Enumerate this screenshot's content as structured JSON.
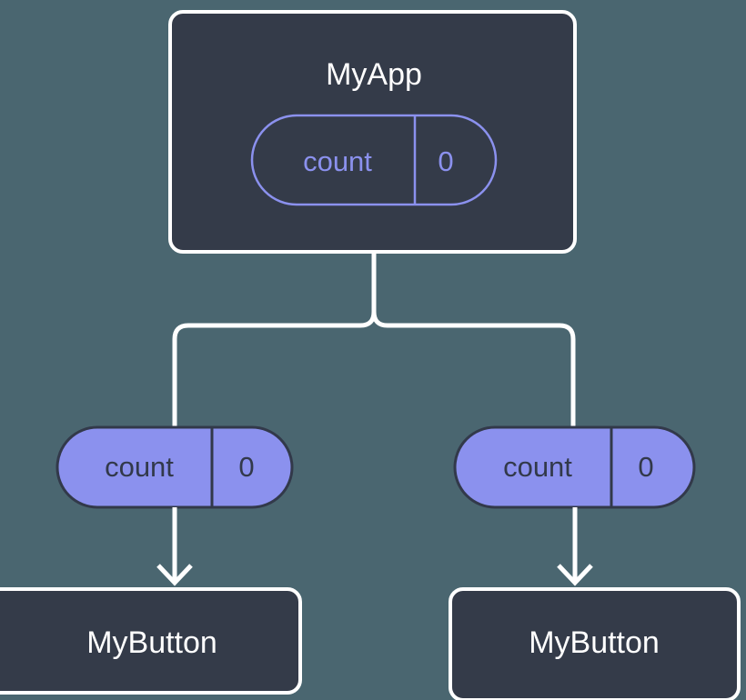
{
  "diagram": {
    "type": "component-state-tree",
    "background_color": "#4a6670",
    "node_fill_color": "#343b49",
    "node_stroke_color": "#ffffff",
    "accent_color": "#8b91ee",
    "dark_text_color": "#32394a",
    "root": {
      "label": "MyApp",
      "state": {
        "key": "count",
        "value": "0"
      }
    },
    "children": [
      {
        "label": "MyButton",
        "prop": {
          "key": "count",
          "value": "0"
        }
      },
      {
        "label": "MyButton",
        "prop": {
          "key": "count",
          "value": "0"
        }
      }
    ]
  }
}
